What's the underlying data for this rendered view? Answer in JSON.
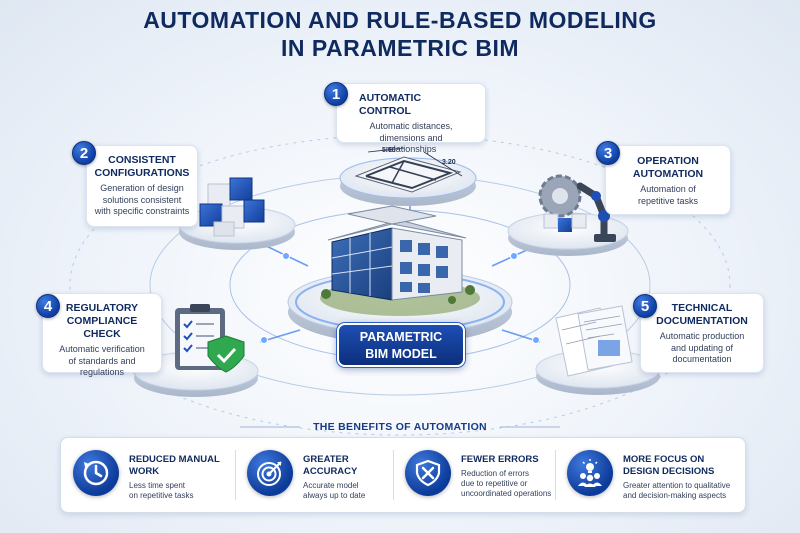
{
  "title": {
    "line1": "AUTOMATION AND RULE-BASED MODELING",
    "line2": "IN PARAMETRIC BIM"
  },
  "center": {
    "line1": "PARAMETRIC",
    "line2": "BIM MODEL"
  },
  "features": [
    {
      "number": "1",
      "head1": "AUTOMATIC CONTROL",
      "head2": "",
      "desc": [
        "Automatic distances,",
        "dimensions and",
        "relationships"
      ],
      "icon": "blueprint-icon"
    },
    {
      "number": "2",
      "head1": "CONSISTENT",
      "head2": "CONFIGURATIONS",
      "desc": [
        "Generation of design",
        "solutions consistent",
        "with specific constraints"
      ],
      "icon": "cubes-icon"
    },
    {
      "number": "3",
      "head1": "OPERATION",
      "head2": "AUTOMATION",
      "desc": [
        "Automation of",
        "repetitive tasks"
      ],
      "icon": "robot-arm-icon"
    },
    {
      "number": "4",
      "head1": "REGULATORY",
      "head2": "COMPLIANCE CHECK",
      "desc": [
        "Automatic verification",
        "of standards and",
        "regulations"
      ],
      "icon": "checklist-icon"
    },
    {
      "number": "5",
      "head1": "TECHNICAL",
      "head2": "DOCUMENTATION",
      "desc": [
        "Automatic production",
        "and updating of",
        "documentation"
      ],
      "icon": "documents-icon"
    }
  ],
  "dimensions": {
    "width": "5.00",
    "depth": "3.20"
  },
  "benefits_title": "THE BENEFITS OF AUTOMATION",
  "benefits": [
    {
      "head1": "REDUCED MANUAL",
      "head2": "WORK",
      "desc": [
        "Less time spent",
        "on repetitive tasks"
      ],
      "icon": "clock-icon"
    },
    {
      "head1": "GREATER",
      "head2": "ACCURACY",
      "desc": [
        "Accurate model",
        "always up to date"
      ],
      "icon": "target-icon"
    },
    {
      "head1": "FEWER ERRORS",
      "head2": "",
      "desc": [
        "Reduction of errors",
        "due to repetitive or",
        "uncoordinated operations"
      ],
      "icon": "shield-x-icon"
    },
    {
      "head1": "MORE FOCUS ON",
      "head2": "DESIGN DECISIONS",
      "desc": [
        "Greater attention to qualitative",
        "and decision-making aspects"
      ],
      "icon": "people-idea-icon"
    }
  ],
  "colors": {
    "primary": "#0f2a5e",
    "accent": "#1e4fb4",
    "badge": "#0e3fa3",
    "glow": "#6ea8ff"
  }
}
